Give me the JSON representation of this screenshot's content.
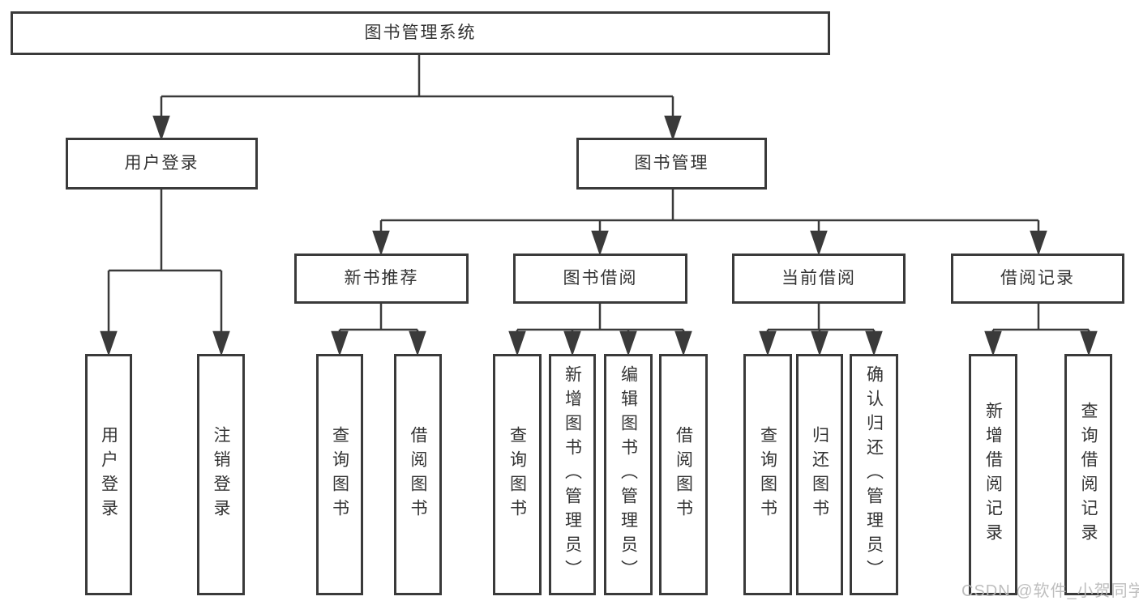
{
  "diagram_type": "hierarchy-tree",
  "colors": {
    "line": "#3a3a3a",
    "box_border": "#3a3a3a",
    "text": "#333333",
    "background": "#ffffff",
    "watermark_text_color": "#bbbbbb"
  },
  "tree": {
    "label": "图书管理系统",
    "children": [
      {
        "label": "用户登录",
        "children": [
          {
            "label": "用户登录"
          },
          {
            "label": "注销登录"
          }
        ]
      },
      {
        "label": "图书管理",
        "children": [
          {
            "label": "新书推荐",
            "children": [
              {
                "label": "查询图书"
              },
              {
                "label": "借阅图书"
              }
            ]
          },
          {
            "label": "图书借阅",
            "children": [
              {
                "label": "查询图书"
              },
              {
                "label": "新增图书（管理员）"
              },
              {
                "label": "编辑图书（管理员）"
              },
              {
                "label": "借阅图书"
              }
            ]
          },
          {
            "label": "当前借阅",
            "children": [
              {
                "label": "查询图书"
              },
              {
                "label": "归还图书"
              },
              {
                "label": "确认归还（管理员）"
              }
            ]
          },
          {
            "label": "借阅记录",
            "children": [
              {
                "label": "新增借阅记录"
              },
              {
                "label": "查询借阅记录"
              }
            ]
          }
        ]
      }
    ]
  },
  "watermark": {
    "text": "CSDN @软件_小贺同学"
  }
}
